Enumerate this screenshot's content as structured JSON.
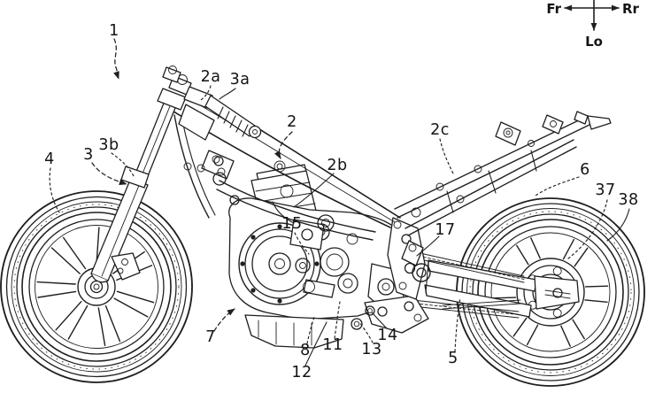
{
  "page": {
    "background_color": "#ffffff",
    "line_color": "#1f1f1f",
    "description": "Patent-style side-elevation line drawing of a motorcycle frame, front fork, engine, swingarm and wheels with numbered reference leaders"
  },
  "compass": {
    "front_label": "Fr",
    "rear_label": "Rr",
    "lower_label": "Lo"
  },
  "figure": {
    "reference_labels": [
      {
        "ref": "1"
      },
      {
        "ref": "2a"
      },
      {
        "ref": "3a"
      },
      {
        "ref": "2"
      },
      {
        "ref": "2b"
      },
      {
        "ref": "2c"
      },
      {
        "ref": "3b"
      },
      {
        "ref": "3"
      },
      {
        "ref": "4"
      },
      {
        "ref": "6"
      },
      {
        "ref": "37"
      },
      {
        "ref": "38"
      },
      {
        "ref": "17"
      },
      {
        "ref": "15"
      },
      {
        "ref": "5"
      },
      {
        "ref": "7"
      },
      {
        "ref": "8"
      },
      {
        "ref": "11"
      },
      {
        "ref": "12"
      },
      {
        "ref": "13"
      },
      {
        "ref": "14"
      }
    ]
  }
}
